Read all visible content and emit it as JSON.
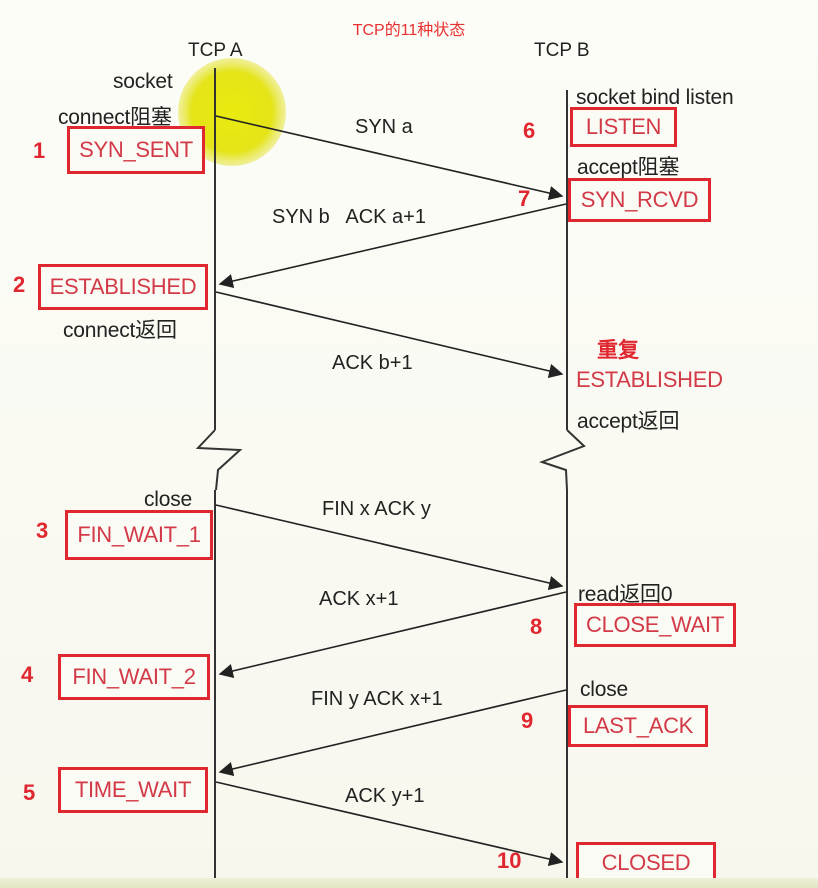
{
  "title": "TCP的11种状态",
  "columns": {
    "a": "TCP A",
    "b": "TCP B"
  },
  "labels": {
    "a_socket": "socket",
    "a_connect": "connect阻塞",
    "a_connect_return": "connect返回",
    "a_close": "close",
    "b_socket": "socket bind listen",
    "b_accept_block": "accept阻塞",
    "b_accept_return": "accept返回",
    "b_read": "read返回0",
    "b_close": "close"
  },
  "messages": {
    "syn_a": "SYN a",
    "syn_b_ack": "SYN b   ACK a+1",
    "ack_b": "ACK b+1",
    "fin_x": "FIN x ACK y",
    "ack_x": "ACK x+1",
    "fin_y": "FIN y ACK x+1",
    "ack_y": "ACK y+1"
  },
  "states": {
    "syn_sent": {
      "num": "1",
      "label": "SYN_SENT"
    },
    "established_a": {
      "num": "2",
      "label": "ESTABLISHED"
    },
    "fin_wait_1": {
      "num": "3",
      "label": "FIN_WAIT_1"
    },
    "fin_wait_2": {
      "num": "4",
      "label": "FIN_WAIT_2"
    },
    "time_wait": {
      "num": "5",
      "label": "TIME_WAIT"
    },
    "listen": {
      "num": "6",
      "label": "LISTEN"
    },
    "syn_rcvd": {
      "num": "7",
      "label": "SYN_RCVD"
    },
    "established_b": {
      "label": "ESTABLISHED",
      "note": "重复"
    },
    "close_wait": {
      "num": "8",
      "label": "CLOSE_WAIT"
    },
    "last_ack": {
      "num": "9",
      "label": "LAST_ACK"
    },
    "closed": {
      "num": "10",
      "label": "CLOSED"
    }
  },
  "colors": {
    "accent_red": "#e0272f",
    "state_text": "#d23a48",
    "highlight": "#e6e616"
  }
}
